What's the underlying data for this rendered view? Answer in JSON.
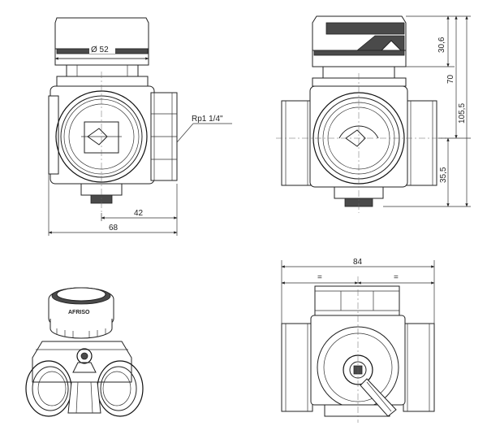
{
  "labels": {
    "d52": "Ø 52",
    "rp": "Rp1 1/4\"",
    "d42": "42",
    "d68": "68",
    "d30_6": "30,6",
    "d70": "70",
    "d105_5": "105,5",
    "d35_5": "35,5",
    "d84": "84",
    "eq_left": "=",
    "eq_right": "=",
    "brand": "AFRISO"
  }
}
